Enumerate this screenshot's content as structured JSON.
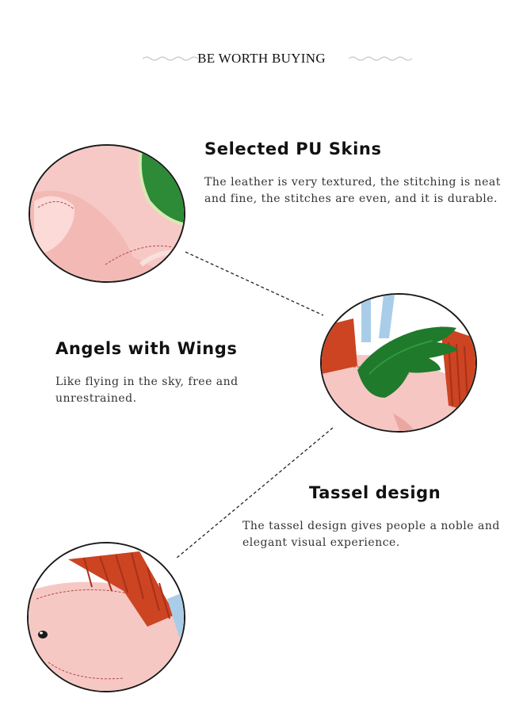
{
  "header": {
    "title": "BE WORTH BUYING"
  },
  "features": [
    {
      "title": "Selected PU Skins",
      "description": "The leather is very textured, the stitching is neat and fine, the stitches are even, and it is durable."
    },
    {
      "title": "Angels with Wings",
      "description": "Like flying in the sky, free and unrestrained."
    },
    {
      "title": "Tassel design",
      "description": "The tassel design gives people a noble and elegant visual experience."
    }
  ],
  "colors": {
    "leather_pink": "#f6c3c0",
    "wing_green": "#1f7a2c",
    "tassel_red": "#c9401e",
    "strap_blue": "#a9cde8"
  }
}
